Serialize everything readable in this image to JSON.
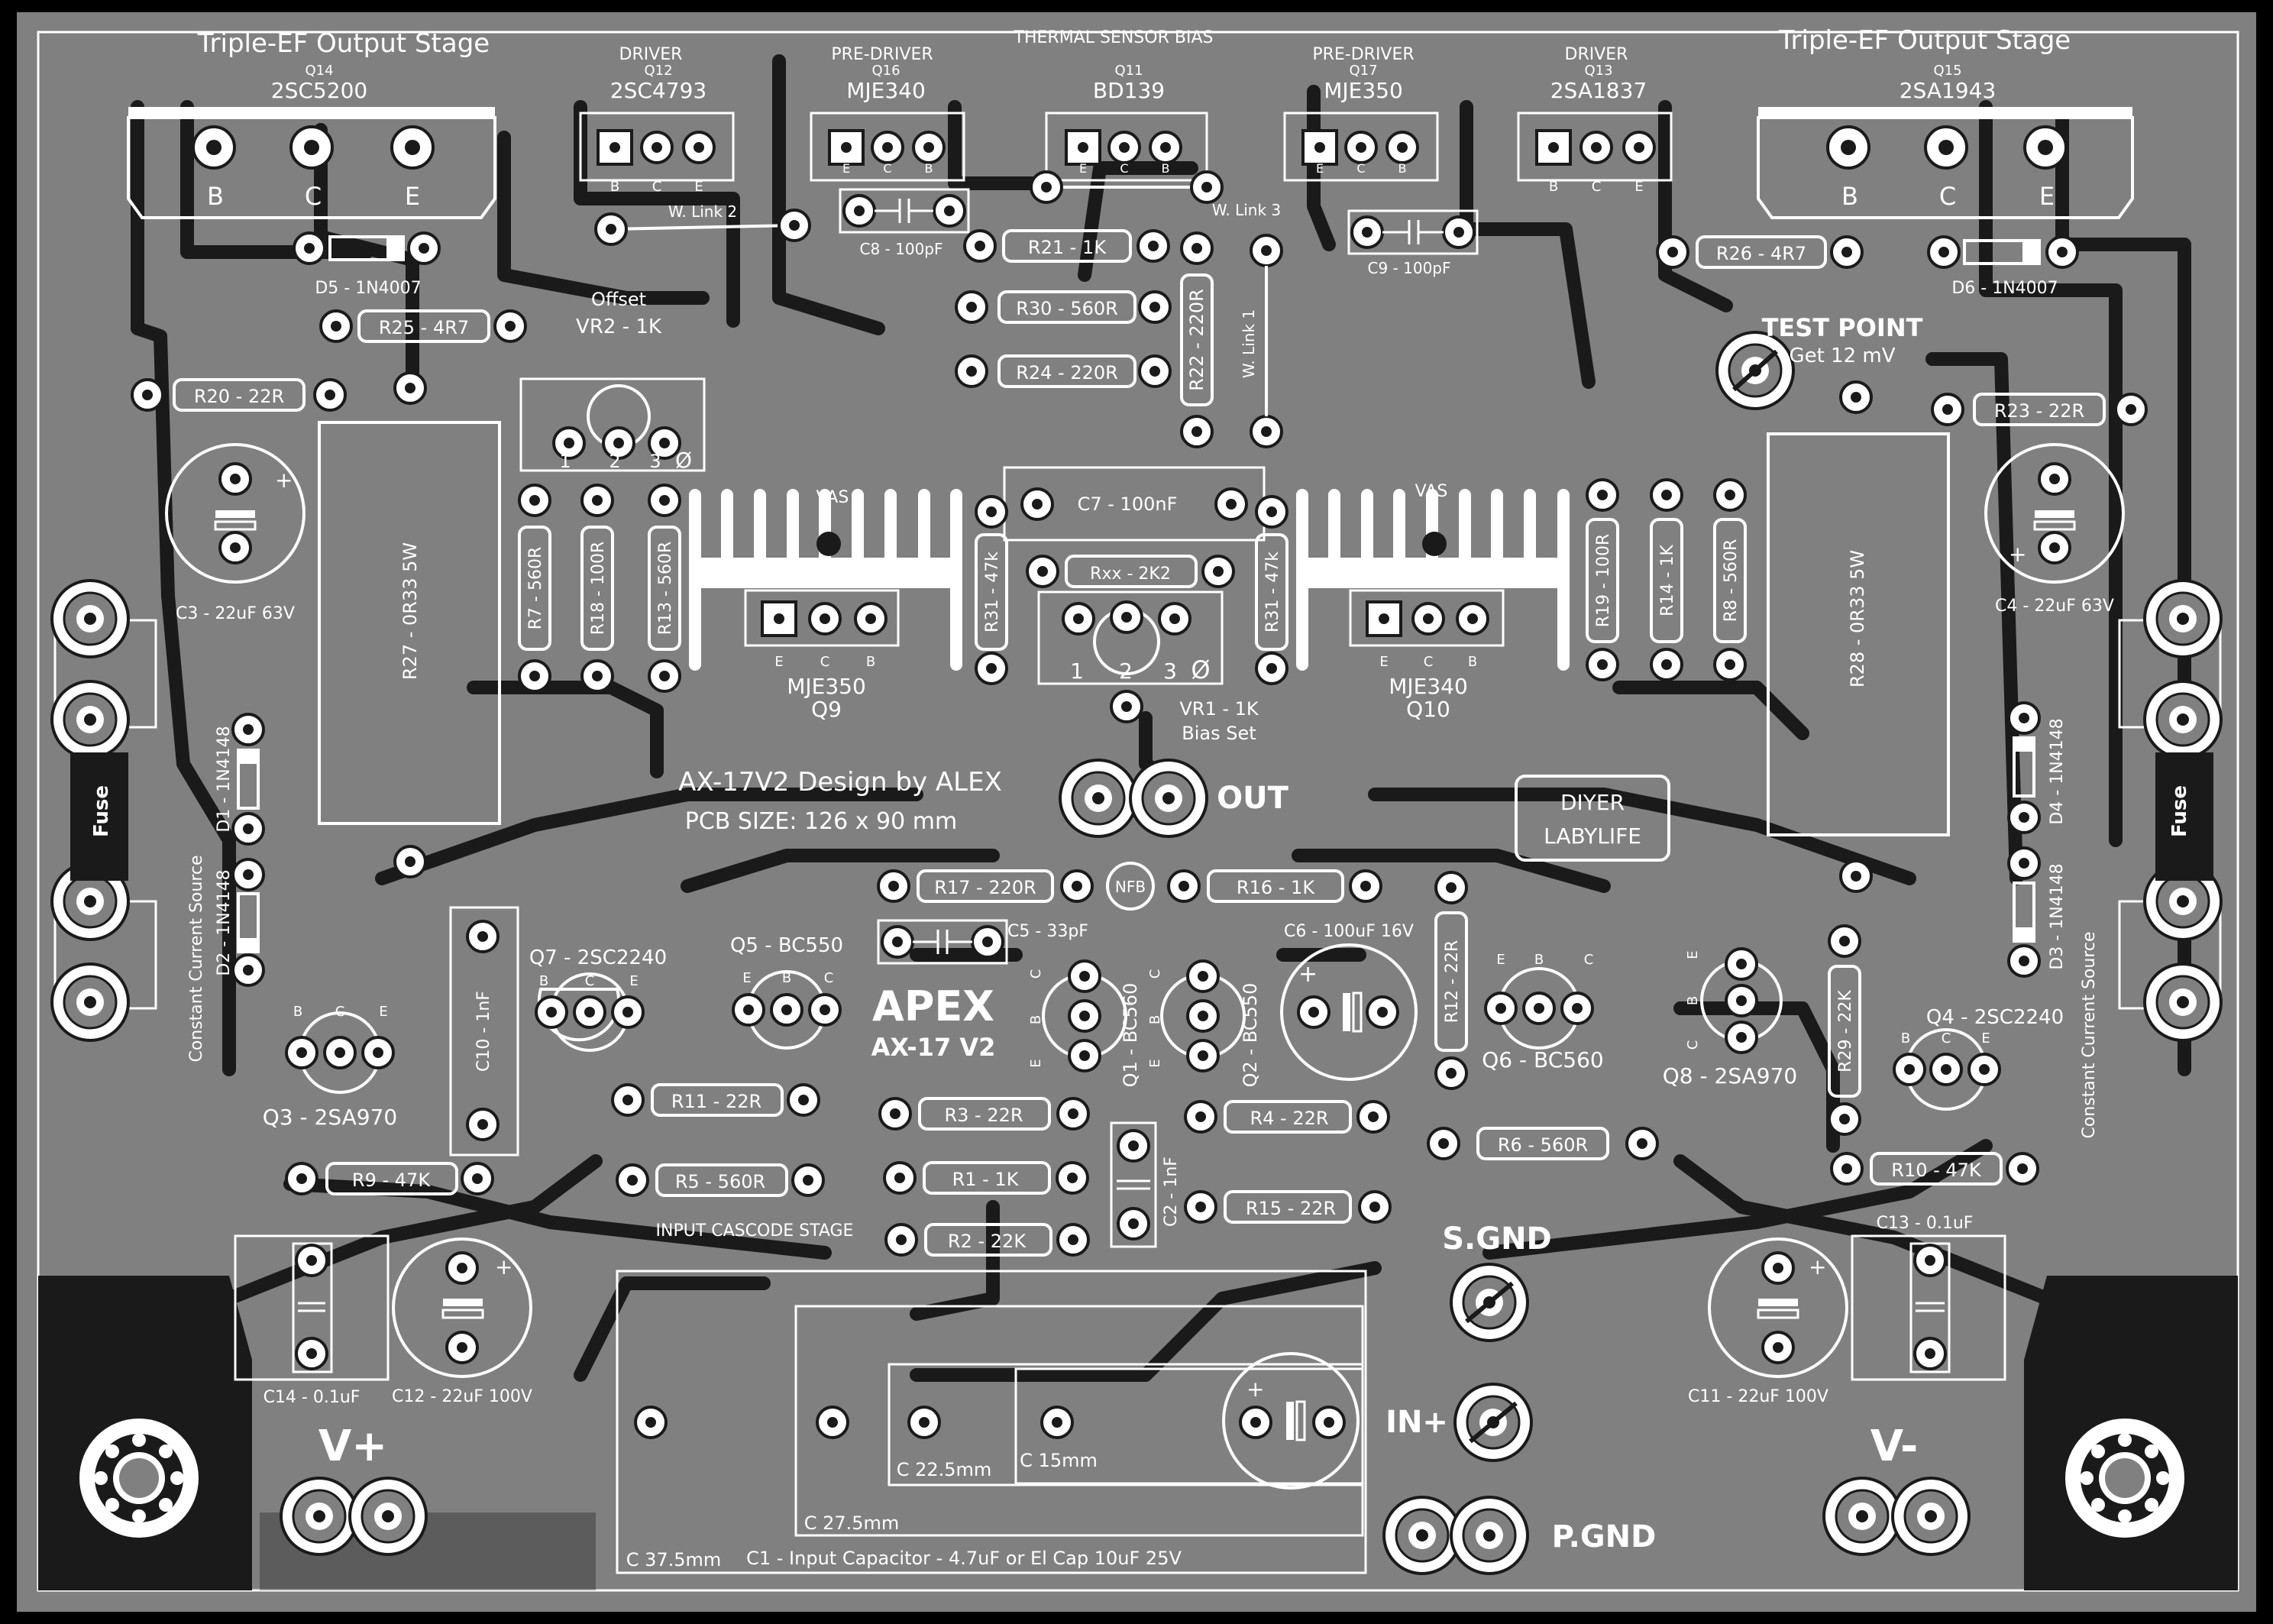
{
  "board": {
    "colors": {
      "background": "#000000",
      "board": "#808080",
      "track": "#1a1a1a",
      "silk": "#ffffff"
    }
  },
  "headers": {
    "triple_ef_left": "Triple-EF Output Stage",
    "triple_ef_right": "Triple-EF Output Stage",
    "driver_left": "DRIVER",
    "pre_driver_left": "PRE-DRIVER",
    "thermal": "THERMAL SENSOR BIAS",
    "pre_driver_right": "PRE-DRIVER",
    "driver_right": "DRIVER"
  },
  "transistors_top": [
    {
      "ref": "Q14",
      "part": "2SC5200"
    },
    {
      "ref": "Q12",
      "part": "2SC4793"
    },
    {
      "ref": "Q16",
      "part": "MJE340"
    },
    {
      "ref": "Q11",
      "part": "BD139"
    },
    {
      "ref": "Q17",
      "part": "MJE350"
    },
    {
      "ref": "Q13",
      "part": "2SA1837"
    },
    {
      "ref": "Q15",
      "part": "2SA1943"
    }
  ],
  "pin_letters": {
    "b": "B",
    "c": "C",
    "e": "E"
  },
  "resistors": {
    "r21": "R21 - 1K",
    "r30": "R30 - 560R",
    "r24": "R24 - 220R",
    "r22": "R22 - 220R",
    "r25": "R25 - 4R7",
    "r20": "R20 - 22R",
    "r26": "R26 - 4R7",
    "r23": "R23 - 22R",
    "r27": "R27 - 0R33 5W",
    "r28": "R28 - 0R33 5W",
    "r7": "R7 - 560R",
    "r18": "R18 - 100R",
    "r13": "R13 - 560R",
    "r31a": "R31 - 47k",
    "r31b": "R31 - 47k",
    "rxx": "Rxx - 2K2",
    "r19": "R19 - 100R",
    "r14": "R14 - 1K",
    "r8": "R8 - 560R",
    "r17": "R17 - 220R",
    "r16": "R16 - 1K",
    "r12": "R12 - 22R",
    "r11": "R11 - 22R",
    "r3": "R3 - 22R",
    "r5": "R5 - 560R",
    "r1": "R1 - 1K",
    "r2": "R2 - 22K",
    "r4": "R4 - 22R",
    "r15": "R15 - 22R",
    "r6": "R6 - 560R",
    "r29": "R29 - 22K",
    "r9": "R9 - 47K",
    "r10": "R10 - 47K"
  },
  "capacitors": {
    "c8": "C8 - 100pF",
    "c9": "C9 - 100pF",
    "c3": "C3 - 22uF 63V",
    "c4": "C4 - 22uF 63V",
    "c7": "C7 - 100nF",
    "c5": "C5 - 33pF",
    "c6": "C6 - 100uF 16V",
    "c10": "C10 - 1nF",
    "c2": "C2 - 1nF",
    "c14": "C14 - 0.1uF",
    "c12": "C12 - 22uF 100V",
    "c13": "C13 - 0.1uF",
    "c11": "C11 - 22uF 100V"
  },
  "diodes": {
    "d5": "D5 - 1N4007",
    "d6": "D6 - 1N4007",
    "d1": "D1 - 1N4148",
    "d2": "D2 - 1N4148",
    "d3": "D3 - 1N4148",
    "d4": "D4 - 1N4148"
  },
  "links": {
    "w2": "W. Link 2",
    "w3": "W. Link 3",
    "w1": "W. Link 1"
  },
  "pots": {
    "vr2_title": "Offset",
    "vr2": "VR2 - 1K",
    "vr1": "VR1 - 1K",
    "vr1_sub": "Bias Set",
    "pin_1": "1",
    "pin_2": "2",
    "pin_3": "3",
    "pin_null": "Ø"
  },
  "vas": {
    "label_left": "VAS",
    "label_right": "VAS",
    "q9_part": "MJE350",
    "q9_ref": "Q9",
    "q10_part": "MJE340",
    "q10_ref": "Q10"
  },
  "test_point": {
    "title": "TEST POINT",
    "sub": "Get 12 mV"
  },
  "design": {
    "line1": "AX-17V2 Design by ALEX",
    "line2": "PCB SIZE: 126 x 90 mm"
  },
  "out_label": "OUT",
  "diyer": {
    "line1": "DIYER",
    "line2": "LABYLIFE"
  },
  "nfb": "NFB",
  "apex": {
    "line1": "APEX",
    "line2": "AX-17 V2"
  },
  "small_transistors": {
    "q7": "Q7 - 2SC2240",
    "q5": "Q5 - BC550",
    "q1": "Q1 - BC560",
    "q2": "Q2 - BC550",
    "q6": "Q6 - BC560",
    "q8": "Q8 - 2SA970",
    "q4": "Q4 - 2SC2240",
    "q3": "Q3 - 2SA970"
  },
  "side": {
    "fuse": "Fuse",
    "ccs": "Constant Current Source"
  },
  "power": {
    "vplus": "V+",
    "vminus": "V-",
    "sgnd": "S.GND",
    "inplus": "IN+",
    "pgnd": "P.GND"
  },
  "input": {
    "stage": "INPUT CASCODE STAGE",
    "c375": "C 37.5mm",
    "c275": "C 27.5mm",
    "c225": "C 22.5mm",
    "c15": "C 15mm",
    "c1": "C1 - Input Capacitor - 4.7uF or El Cap 10uF 25V"
  }
}
